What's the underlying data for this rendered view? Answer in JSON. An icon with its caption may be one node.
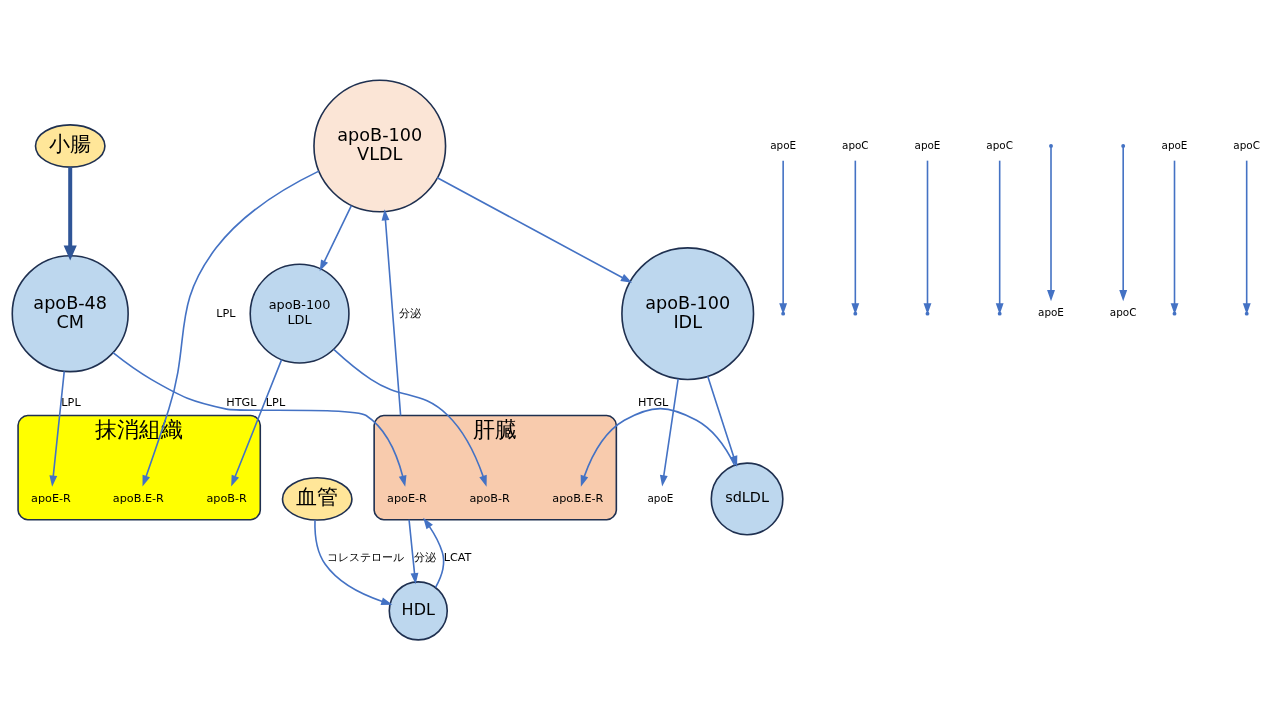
{
  "diagram": {
    "nodes": [
      {
        "text": [
          "肝臓"
        ]
      },
      {
        "text": [
          "apoE-R"
        ],
        "in": 0
      },
      {
        "text": [
          "apoB.E-R"
        ],
        "in": 0
      },
      {
        "text": [
          "apoB-R"
        ],
        "in": 0
      },
      {
        "text": [
          "小腸"
        ]
      },
      {
        "text": [
          "apoB-48",
          "CM"
        ]
      },
      {
        "text": [
          "apoB-100",
          "VLDL"
        ]
      },
      {
        "text": [
          "sdLDL"
        ]
      },
      {
        "text": [
          "apoB-100",
          "IDL"
        ]
      },
      {
        "text": [
          "apoB-100",
          "LDL"
        ]
      },
      {
        "text": [
          "HDL"
        ]
      },
      {
        "text": [
          "血管"
        ]
      },
      {
        "text": [
          "抹消組織"
        ]
      },
      {
        "text": [
          "apoB.E-R"
        ],
        "in": 12
      },
      {
        "text": [
          "apoE-R"
        ],
        "in": 12
      },
      {
        "text": [
          "apoB-R"
        ],
        "in": 12
      },
      {
        "text": [
          "apoE"
        ]
      },
      {
        "text": [
          "apoC"
        ]
      },
      {
        "text": [
          "apoE"
        ]
      },
      {
        "text": [
          "apoC"
        ]
      },
      {
        "text": [
          "apoE"
        ]
      },
      {
        "text": [
          "apoE"
        ]
      },
      {
        "text": [
          "apoC"
        ]
      },
      {
        "text": [
          "apoE"
        ]
      },
      {
        "text": [
          "apoC"
        ]
      }
    ],
    "edges": [
      {
        "from": 5,
        "to": 1,
        "arrow": "to",
        "label": "HTGL"
      },
      {
        "from": 0,
        "to": 6,
        "arrow": "to",
        "label": "分泌"
      },
      {
        "from": 7,
        "to": 2,
        "arrow": "to",
        "label": "HTGL"
      },
      {
        "from": 9,
        "to": 3,
        "arrow": "to"
      },
      {
        "from": 0,
        "to": 10,
        "arrow": "to",
        "label": "分泌"
      },
      {
        "from": 10,
        "to": 0,
        "arrow": "to",
        "label": "LCAT"
      },
      {
        "from": 11,
        "to": 10,
        "arrow": "to",
        "label": "コレステロール"
      },
      {
        "from": 8,
        "to": 7,
        "arrow": "to"
      },
      {
        "from": 6,
        "to": 8,
        "arrow": "to"
      },
      {
        "from": 6,
        "to": 9,
        "arrow": "to"
      },
      {
        "from": 6,
        "to": 13,
        "arrow": "to",
        "label": "LPL"
      },
      {
        "from": 9,
        "to": 15,
        "arrow": "to",
        "label": "LPL"
      },
      {
        "from": 5,
        "to": 14,
        "arrow": "to",
        "label": "LPL"
      },
      {
        "from": 4,
        "to": 5,
        "arrow": "to",
        "style": "thick",
        "color": "#2f5597"
      },
      {
        "from": 16,
        "to": null,
        "arrow": "to"
      },
      {
        "from": 17,
        "to": null,
        "arrow": "to"
      },
      {
        "from": 18,
        "to": null,
        "arrow": "to"
      },
      {
        "from": 19,
        "to": null,
        "arrow": "to"
      },
      {
        "from": 8,
        "to": 20,
        "arrow": "to"
      },
      {
        "from": null,
        "to": 21,
        "arrow": "to"
      },
      {
        "from": null,
        "to": 22,
        "arrow": "to"
      },
      {
        "from": 23,
        "to": null,
        "arrow": "to"
      },
      {
        "from": 24,
        "to": null,
        "arrow": "to"
      }
    ]
  }
}
